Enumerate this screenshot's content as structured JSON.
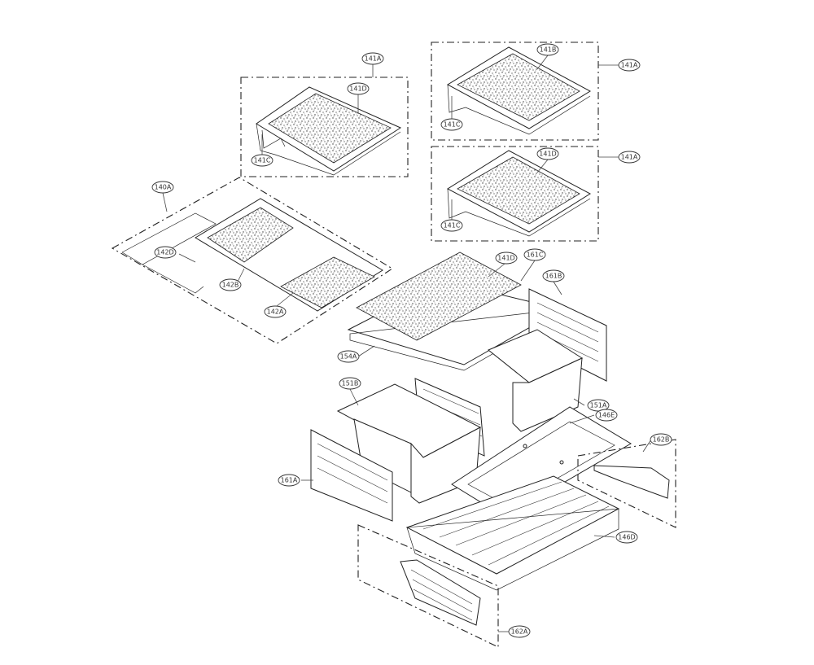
{
  "diagram": {
    "labels": {
      "l141a_left": "141A",
      "l141d_left": "141D",
      "l141c_left": "141C",
      "l141b_top": "141B",
      "l141a_top": "141A",
      "l141c_top": "141C",
      "l141d_mid": "141D",
      "l141a_mid": "141A",
      "l141c_mid": "141C",
      "l140a": "140A",
      "l142d": "142D",
      "l142b": "142B",
      "l142a": "142A",
      "l141d_big": "141D",
      "l161c": "161C",
      "l161b": "161B",
      "l154a": "154A",
      "l151b": "151B",
      "l151a": "151A",
      "l146e": "146E",
      "l162b": "162B",
      "l161a": "161A",
      "l146d": "146D",
      "l162a": "162A"
    }
  }
}
